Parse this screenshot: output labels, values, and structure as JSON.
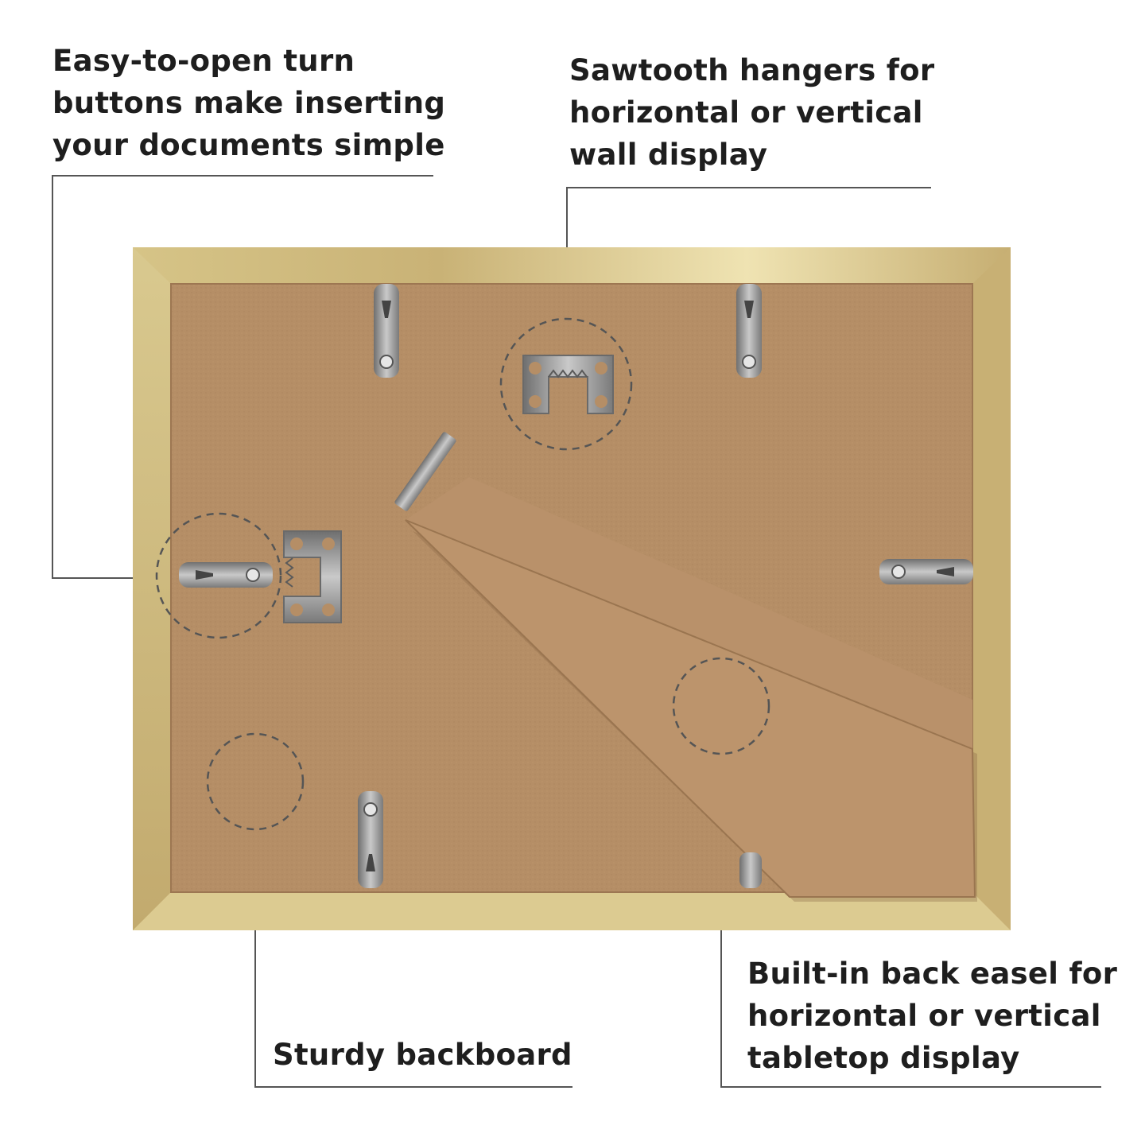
{
  "callouts": {
    "turn_buttons": {
      "lines": [
        "Easy-to-open turn",
        "buttons make inserting",
        "your documents simple"
      ]
    },
    "sawtooth_hangers": {
      "lines": [
        "Sawtooth hangers for",
        "horizontal or vertical",
        "wall display"
      ]
    },
    "backboard": {
      "lines": [
        "Sturdy backboard"
      ]
    },
    "easel": {
      "lines": [
        "Built-in back easel for",
        "horizontal or vertical",
        "tabletop display"
      ]
    }
  },
  "colors": {
    "background": "#ffffff",
    "text": "#1e1e1e",
    "leader_line": "#555555",
    "frame_gold": "#d8c58a",
    "backboard": "#b58e66",
    "metal": "#9a9a9a"
  }
}
